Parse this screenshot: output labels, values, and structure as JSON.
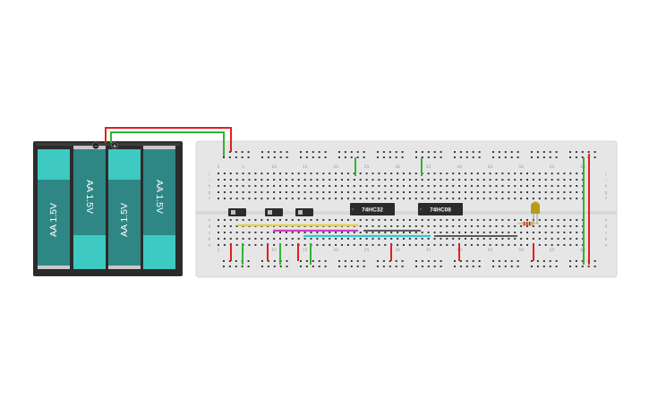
{
  "battery_pack": {
    "cells": [
      {
        "label": "AA 1.5V"
      },
      {
        "label": "AA 1.5V"
      },
      {
        "label": "AA 1.5V"
      },
      {
        "label": "AA 1.5V"
      }
    ],
    "negative_symbol": "−",
    "positive_symbol": "+",
    "colors": {
      "body": "#2a2a2a",
      "cell": "#2e8a88",
      "cell_cap": "#3fcfc9"
    }
  },
  "breadboard": {
    "column_numbers": [
      "1",
      "5",
      "10",
      "15",
      "20",
      "25",
      "30",
      "35",
      "40",
      "45",
      "50",
      "55",
      "60"
    ],
    "row_letters_top": [
      "j",
      "i",
      "h",
      "g",
      "f"
    ],
    "row_letters_bottom": [
      "e",
      "d",
      "c",
      "b",
      "a"
    ],
    "colors": {
      "board": "#e8e8e8",
      "hole": "#3a3a3a",
      "rail_red": "#e23b3b",
      "rail_blue": "#3b6be2"
    }
  },
  "chips": [
    {
      "label": "74HC32"
    },
    {
      "label": "74HC08"
    }
  ],
  "switches": [
    {
      "name": "slide-switch-1"
    },
    {
      "name": "slide-switch-2"
    },
    {
      "name": "slide-switch-3"
    }
  ],
  "wire_colors": {
    "red": "#e02020",
    "green": "#2fb52f",
    "yellow": "#e6d23a",
    "magenta": "#d23cc2",
    "cyan": "#33c7d6",
    "gray": "#5a5a5a"
  },
  "led": {
    "color": "#b89b1a"
  },
  "resistor": {
    "bands": [
      "#c0392b",
      "#c0392b",
      "#8b4513",
      "#d4af37"
    ]
  }
}
